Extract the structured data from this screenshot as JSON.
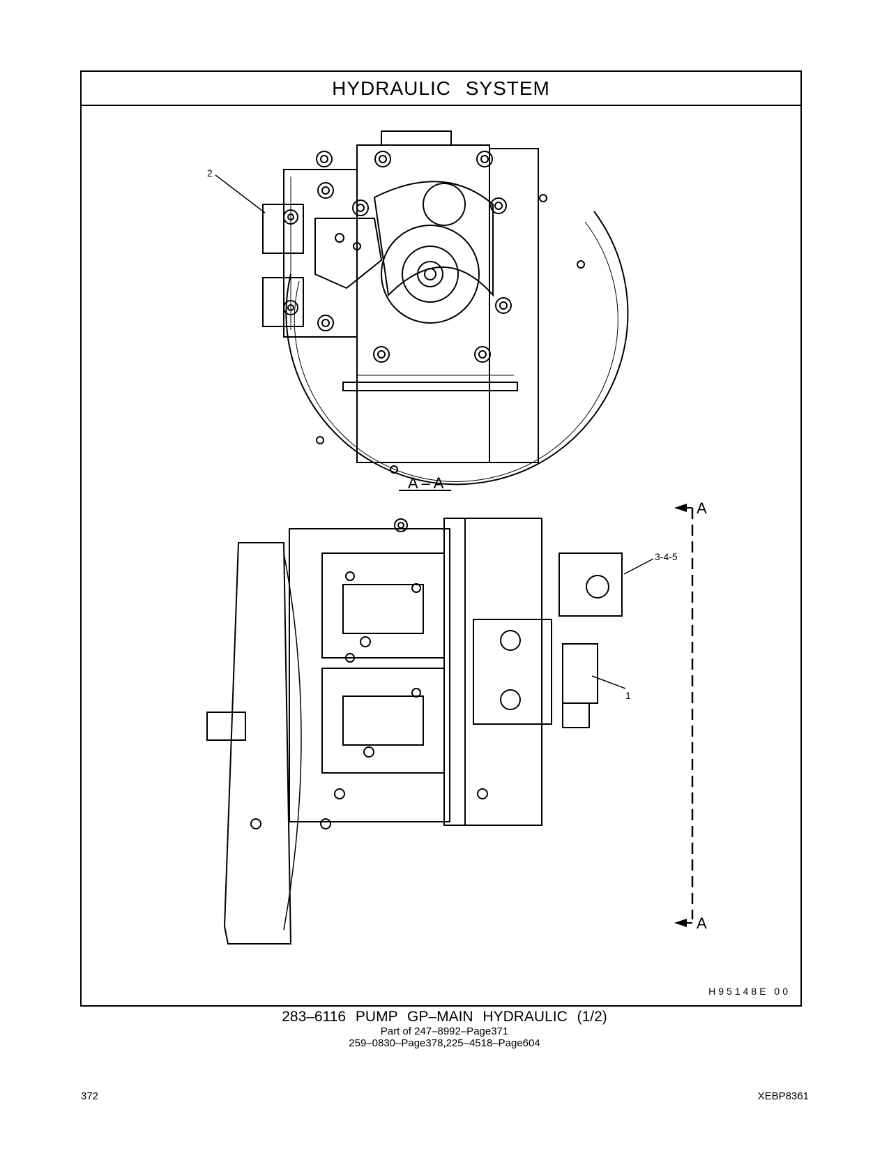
{
  "header": {
    "title": "HYDRAULIC SYSTEM"
  },
  "figure": {
    "callouts": {
      "c2": "2",
      "c345": "3-4-5",
      "c1": "1"
    },
    "section_label": "A – A",
    "section_marker_top": "A",
    "section_marker_bottom": "A",
    "figure_id": "H95148E 00"
  },
  "caption": {
    "main": "283–6116 PUMP GP–MAIN HYDRAULIC (1/2)",
    "line1": "Part of 247–8992–Page371",
    "line2": "259–0830–Page378,225–4518–Page604"
  },
  "footer": {
    "page_number": "372",
    "doc_code": "XEBP8361"
  }
}
